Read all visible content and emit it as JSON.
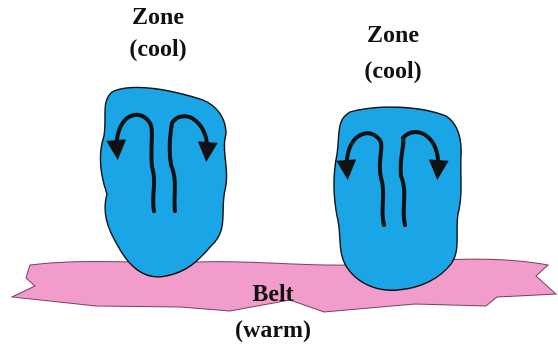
{
  "labels": {
    "left_zone": {
      "line1": "Zone",
      "line2": "(cool)"
    },
    "right_zone": {
      "line1": "Zone",
      "line2": "(cool)"
    },
    "belt": {
      "line1": "Belt",
      "line2": "(warm)"
    }
  },
  "colors": {
    "zone_fill": "#1aa6e6",
    "belt_fill": "#f29ccb",
    "outline": "#111111",
    "text": "#111111"
  },
  "icons": {
    "flow": "descending-air-arrow"
  }
}
